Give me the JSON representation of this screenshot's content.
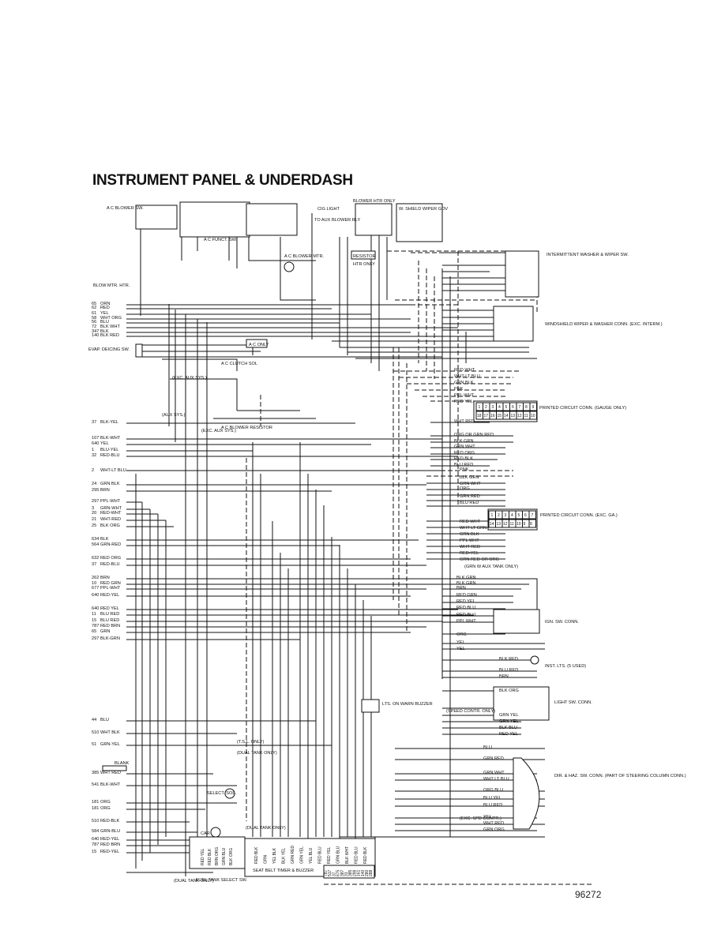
{
  "title": "INSTRUMENT PANEL & UNDERDASH",
  "figure_number": "96272",
  "components": {
    "ac_blower_sw": "A C BLOWER SW.",
    "ac_funct_sw": "A C FUNCT. SW.",
    "ac_blower_mtr": "A C BLOWER MTR.",
    "cig_light": "CIG LIGHT",
    "aux_blower_rly": "TO AUX BLOWER RLY",
    "blower_htr_only": "BLOWER HTR ONLY",
    "resistor": "RESISTOR",
    "htr_only": "HTR ONLY",
    "w_shield_wiper_gov": "W. SHIELD WIPER GOV",
    "intermittent_washer": "INTERMITTENT WASHER & WIPER SW.",
    "windshield_wiper_conn": "WINDSHIELD WIPER & WASHER CONN. (EXC. INTERM.)",
    "blow_mtr_htr": "BLOW MTR. HTR.",
    "evap_deicing_sw": "EVAP. DEICING SW.",
    "ac_only": "A C ONLY",
    "ac_clutch_sol": "A C CLUTCH SOL",
    "exc_aux_sys": "(EXC. AUX SYS.)",
    "aux_sys": "(AUX SYS.)",
    "exc_aux_sys_2": "(EXC. AUX SYS.)",
    "ac_blower_resistor": "A C BLOWER RESISTOR",
    "printed_circuit_gauge": "PRINTED CIRCUIT CONN. (GAUGE ONLY)",
    "printed_circuit_exc_ga": "PRINTED CIRCUIT CONN. (EXC. GA.)",
    "ign_sw_conn": "IGN. SW. CONN.",
    "inst_lts": "INST. LTS. (5 USED)",
    "light_sw_conn": "LIGHT SW. CONN.",
    "lts_on_warn_buzzer": "LTS. ON WARN BUZZER",
    "dir_haz_sw_conn": "DIR. & HAZ. SW. CONN. (PART OF STEERING COLUMN CONN.)",
    "select_sol": "SELECT. SOL.",
    "car": "CAR",
    "fuel_tank_select_sw": "FUEL TANK SELECT SW.",
    "seat_belt_timer": "SEAT BELT TIMER & BUZZER",
    "dual_tank_only": "(DUAL TANK ONLY)",
    "dual_tank_only_2": "(DUAL TANK ONLY)",
    "dual_tank_only_3": "(DUAL TANK ONLY)",
    "t5l_only": "(T.S.L. ONLY)",
    "speed_contr_only": "(SPEED CONTR. ONLY)",
    "exc_spd_contr": "(EXC. SPD CONTR.)",
    "blank": "BLANK",
    "grn_w_aux_tank": "(GRN W AUX TANK ONLY)"
  },
  "left_wires": [
    {
      "num": "65",
      "label": "ORN"
    },
    {
      "num": "62",
      "label": "RED"
    },
    {
      "num": "61",
      "label": "YEL"
    },
    {
      "num": "58",
      "label": "WHT ORG"
    },
    {
      "num": "56",
      "label": "BLU"
    },
    {
      "num": "72",
      "label": "BLK WHT"
    },
    {
      "num": "347",
      "label": "BLK"
    },
    {
      "num": "140",
      "label": "BLK RED"
    },
    {
      "num": "37",
      "label": "BLK-YEL"
    },
    {
      "num": "107",
      "label": "BLK-WHT"
    },
    {
      "num": "640",
      "label": "YEL"
    },
    {
      "num": "1",
      "label": "BLU-YEL"
    },
    {
      "num": "32",
      "label": "RED-BLU"
    },
    {
      "num": "2",
      "label": "WHT-LT BLU"
    },
    {
      "num": "24",
      "label": "GRN BLK"
    },
    {
      "num": "295",
      "label": "BRN"
    },
    {
      "num": "297",
      "label": "PPL-WHT"
    },
    {
      "num": "3",
      "label": "GRN-WHT"
    },
    {
      "num": "20",
      "label": "RED-WHT"
    },
    {
      "num": "21",
      "label": "WHT-RED"
    },
    {
      "num": "25",
      "label": "BLK ORG"
    },
    {
      "num": "634",
      "label": "BLK"
    },
    {
      "num": "564",
      "label": "GRN-RED"
    },
    {
      "num": "632",
      "label": "RED ORG"
    },
    {
      "num": "37",
      "label": "RED-BLU"
    },
    {
      "num": "262",
      "label": "BRN"
    },
    {
      "num": "10",
      "label": "RED GRN"
    },
    {
      "num": "677",
      "label": "PPL-WHT"
    },
    {
      "num": "640",
      "label": "RED-YEL"
    },
    {
      "num": "640",
      "label": "RED YEL"
    },
    {
      "num": "11",
      "label": "BLU RED"
    },
    {
      "num": "15",
      "label": "BLU RED"
    },
    {
      "num": "787",
      "label": "RED BRN"
    },
    {
      "num": "65",
      "label": "GRN"
    },
    {
      "num": "297",
      "label": "BLK-GRN"
    },
    {
      "num": "44",
      "label": "BLU"
    },
    {
      "num": "510",
      "label": "WHT BLK"
    },
    {
      "num": "51",
      "label": "GRN-YEL"
    },
    {
      "num": "385",
      "label": "WHT RED"
    },
    {
      "num": "541",
      "label": "BLK-WHT"
    },
    {
      "num": "181",
      "label": "ORG"
    },
    {
      "num": "181",
      "label": "ORG"
    },
    {
      "num": "510",
      "label": "RED-BLK"
    },
    {
      "num": "584",
      "label": "GRN-BLU"
    },
    {
      "num": "640",
      "label": "RED-YEL"
    },
    {
      "num": "787",
      "label": "RED BRN"
    },
    {
      "num": "15",
      "label": "RED-YEL"
    }
  ],
  "pc_gauge_pins_top": [
    "1",
    "2",
    "3",
    "4",
    "5",
    "6",
    "7",
    "8",
    "9"
  ],
  "pc_gauge_pins_bottom": [
    "18",
    "17",
    "16",
    "15",
    "14",
    "13",
    "12",
    "11",
    "10"
  ],
  "pc_exc_pins_top": [
    "1",
    "2",
    "3",
    "4",
    "5",
    "6",
    "7"
  ],
  "pc_exc_pins_bottom": [
    "14",
    "13",
    "12",
    "11",
    "10",
    "9",
    "8"
  ],
  "right_wires_gauge": [
    "RED WHT",
    "WHT-LT BLU",
    "GRN BLK",
    "PNK",
    "PPL-WHT",
    "RED YEL",
    "WHT RED",
    "ORG OR GRN RED",
    "BLK GRN",
    "GRN WHT",
    "RED ORG",
    "RED BLK",
    "BLU RED"
  ],
  "right_wires_exc": [
    "PNK",
    "BLK GRN",
    "GRN WHT",
    "ORG",
    "GRN RED",
    "BLU RED",
    "RED WHT",
    "WHT LT GRN",
    "GRN BLK",
    "PPL WHT",
    "WHT RED",
    "RED-YEL",
    "GRN RED OR ORG"
  ],
  "ign_wires": [
    "BLK GRN",
    "BLK GRN",
    "BRN",
    "RED GRN",
    "RED YEL",
    "RED BLU",
    "RED BLU",
    "PPL WHT",
    "ORG",
    "YEL",
    "YEL"
  ],
  "light_wires": [
    "BLK RED",
    "BLU RED",
    "BRN",
    "BLK ORG",
    "GRN YEL",
    "GRN YEL",
    "BLK BLU",
    "RED YEL"
  ],
  "dir_wires": [
    "BLU",
    "GRN RED",
    "GRN WHT",
    "WHT LT BLU",
    "ORG BLU",
    "BLU YEL",
    "BLU RED",
    "YEL",
    "WHT RED",
    "GRN ORG"
  ],
  "bottom_wires": [
    "RED BLK",
    "GRN",
    "YEL BLK",
    "BLK YEL",
    "GRN RED",
    "GRN YEL",
    "YEL BLU",
    "RED BLU",
    "RED YEL",
    "GRN BLU",
    "BLK WHT",
    "RED BLU",
    "RED BLK"
  ],
  "bottom_nums": [
    "787",
    "517",
    "37",
    "675",
    "387",
    "31",
    "385",
    "298",
    "161",
    "140",
    "280",
    "288"
  ],
  "fuel_sw_wires": [
    "RED YEL",
    "RED BLK",
    "BRN ORG",
    "GRN BLU",
    "BLK ORG"
  ]
}
